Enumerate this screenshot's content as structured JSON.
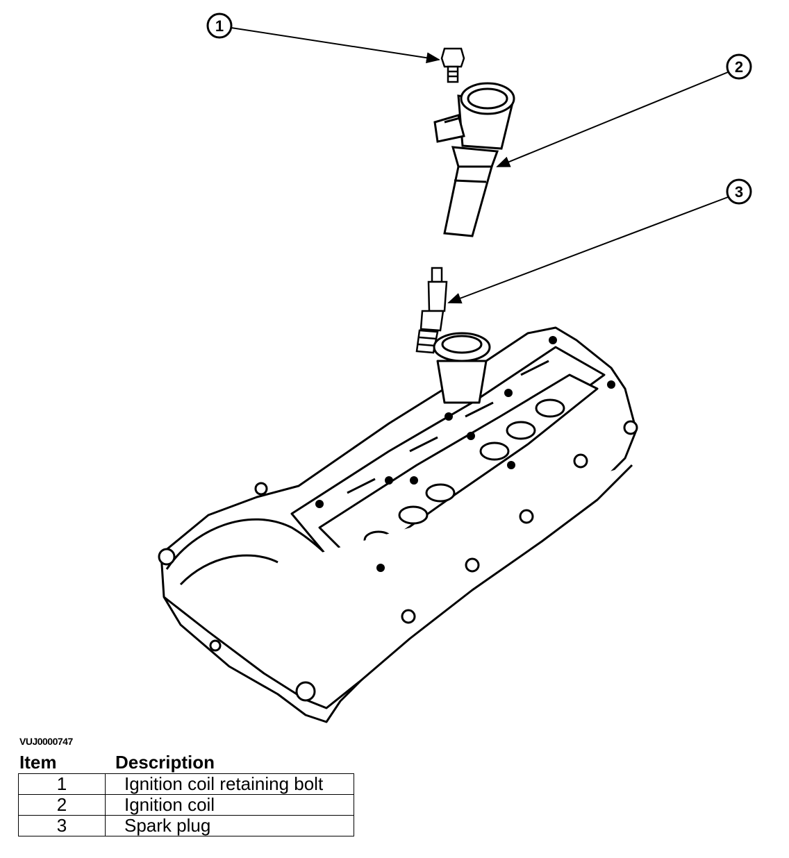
{
  "diagram": {
    "callouts": [
      "1",
      "2",
      "3"
    ],
    "figure_id": "VUJ0000747"
  },
  "legend": {
    "headers": {
      "item": "Item",
      "description": "Description"
    },
    "rows": [
      {
        "item": "1",
        "description": "Ignition coil retaining bolt"
      },
      {
        "item": "2",
        "description": "Ignition coil"
      },
      {
        "item": "3",
        "description": "Spark plug"
      }
    ]
  }
}
